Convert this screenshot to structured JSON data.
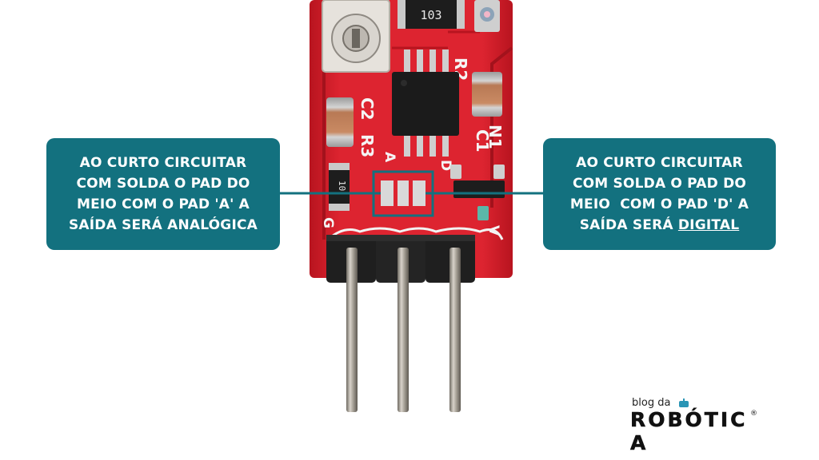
{
  "callouts": {
    "left": {
      "lines": [
        "AO CURTO CIRCUITAR",
        "COM SOLDA O PAD DO",
        "MEIO COM O PAD 'A' A",
        "SAÍDA SERÁ ANALÓGICA"
      ]
    },
    "right": {
      "lines": [
        "AO CURTO CIRCUITAR",
        "COM SOLDA O PAD DO",
        "MEIO  COM O PAD 'D' A"
      ],
      "last_prefix": "SAÍDA SERÁ ",
      "last_emph": "DIGITAL"
    }
  },
  "board": {
    "chip_label": "103",
    "resistor_label": "10",
    "silk": {
      "r2": "R2",
      "c2": "C2",
      "r3": "R3",
      "n1": "N1",
      "c1": "C1",
      "a": "A",
      "d": "D",
      "g": "G",
      "v": "V"
    }
  },
  "logo": {
    "small": "blog da",
    "big": "ROBÓTIC A",
    "mark": "®"
  },
  "colors": {
    "callout": "#13717f",
    "pcb": "#d8232f",
    "connector_line": "#13717f"
  }
}
